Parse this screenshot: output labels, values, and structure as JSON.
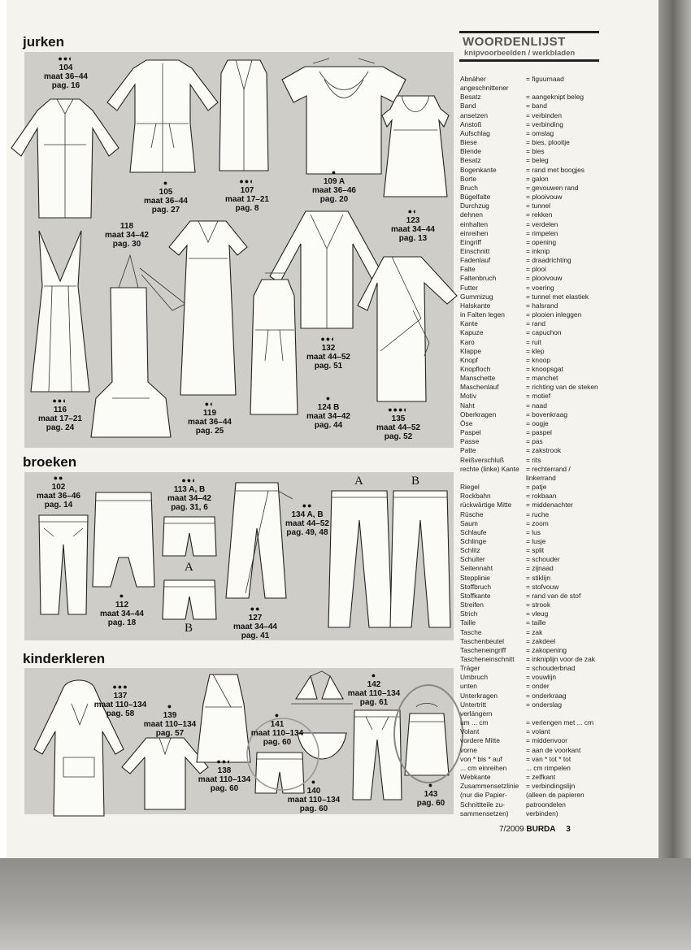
{
  "sections": {
    "jurken": "jurken",
    "broeken": "broeken",
    "kinderkleren": "kinderkleren"
  },
  "models": [
    {
      "id": "m104",
      "dots": "●●◐",
      "num": "104",
      "size": "maat 36–44",
      "page": "pag. 16"
    },
    {
      "id": "m105",
      "dots": "●",
      "num": "105",
      "size": "maat 36–44",
      "page": "pag. 27"
    },
    {
      "id": "m107",
      "dots": "●●◐",
      "num": "107",
      "size": "maat 17–21",
      "page": "pag. 8"
    },
    {
      "id": "m109",
      "dots": "●",
      "num": "109 A",
      "size": "maat 36–46",
      "page": "pag. 20"
    },
    {
      "id": "m123",
      "dots": "●◐",
      "num": "123",
      "size": "maat 34–44",
      "page": "pag. 13"
    },
    {
      "id": "m118",
      "dots": "",
      "num": "118",
      "size": "maat 34–42",
      "page": "pag. 30"
    },
    {
      "id": "m116",
      "dots": "●●◐",
      "num": "116",
      "size": "maat 17–21",
      "page": "pag. 24"
    },
    {
      "id": "m119",
      "dots": "●◐",
      "num": "119",
      "size": "maat 36–44",
      "page": "pag. 25"
    },
    {
      "id": "m132",
      "dots": "●●◐",
      "num": "132",
      "size": "maat 44–52",
      "page": "pag. 51"
    },
    {
      "id": "m124",
      "dots": "●",
      "num": "124 B",
      "size": "maat 34–42",
      "page": "pag. 44"
    },
    {
      "id": "m135",
      "dots": "●●●◐",
      "num": "135",
      "size": "maat 44–52",
      "page": "pag. 52"
    },
    {
      "id": "m102",
      "dots": "●●",
      "num": "102",
      "size": "maat 36–46",
      "page": "pag. 14"
    },
    {
      "id": "m113",
      "dots": "●●◐",
      "num": "113 A, B",
      "size": "maat 34–42",
      "page": "pag. 31, 6"
    },
    {
      "id": "m134",
      "dots": "●●",
      "num": "134 A, B",
      "size": "maat 44–52",
      "page": "pag. 49, 48"
    },
    {
      "id": "m112",
      "dots": "●",
      "num": "112",
      "size": "maat 34–44",
      "page": "pag. 18"
    },
    {
      "id": "m127",
      "dots": "●●",
      "num": "127",
      "size": "maat 34–44",
      "page": "pag. 41"
    },
    {
      "id": "m137",
      "dots": "●●●",
      "num": "137",
      "size": "maat 110–134",
      "page": "pag. 58"
    },
    {
      "id": "m139",
      "dots": "●",
      "num": "139",
      "size": "maat 110–134",
      "page": "pag. 57"
    },
    {
      "id": "m141",
      "dots": "●",
      "num": "141",
      "size": "maat 110–134",
      "page": "pag. 60"
    },
    {
      "id": "m142",
      "dots": "●",
      "num": "142",
      "size": "maat 110–134",
      "page": "pag. 61"
    },
    {
      "id": "m138",
      "dots": "●●◐",
      "num": "138",
      "size": "maat 110–134",
      "page": "pag. 60"
    },
    {
      "id": "m140",
      "dots": "●",
      "num": "140",
      "size": "maat 110–134",
      "page": "pag. 60"
    },
    {
      "id": "m143",
      "dots": "●",
      "num": "143",
      "size": "",
      "page": "pag. 60"
    }
  ],
  "letters": {
    "a1": "A",
    "b1": "B",
    "a2": "A",
    "b2": "B"
  },
  "glossary": {
    "title": "WOORDENLIJST",
    "subtitle": "knipvoorbeelden / werkbladen",
    "entries": [
      [
        "Abnäher",
        "= figuurnaad"
      ],
      [
        "angeschnittener",
        ""
      ],
      [
        "Besatz",
        "= aangeknipt beleg"
      ],
      [
        "Band",
        "= band"
      ],
      [
        "ansetzen",
        "= verbinden"
      ],
      [
        "Anstoß",
        "= verbinding"
      ],
      [
        "Aufschlag",
        "= omslag"
      ],
      [
        "Biese",
        "= bies, plooitje"
      ],
      [
        "Blende",
        "= bies"
      ],
      [
        "Besatz",
        "= beleg"
      ],
      [
        "Bogenkante",
        "= rand met boogjes"
      ],
      [
        "Borte",
        "= galon"
      ],
      [
        "Bruch",
        "= gevouwen rand"
      ],
      [
        "Bügelfalte",
        "= plooivouw"
      ],
      [
        "Durchzug",
        "= tunnel"
      ],
      [
        "dehnen",
        "= rekken"
      ],
      [
        "einhalten",
        "= verdelen"
      ],
      [
        "einreihen",
        "= rimpelen"
      ],
      [
        "Eingriff",
        "= opening"
      ],
      [
        "Einschnitt",
        "= inknip"
      ],
      [
        "Fadenlauf",
        "= draadrichting"
      ],
      [
        "Falte",
        "= plooi"
      ],
      [
        "Faltenbruch",
        "= plooivouw"
      ],
      [
        "Futter",
        "= voering"
      ],
      [
        "Gummizug",
        "= tunnel met elastiek"
      ],
      [
        "Halskante",
        "= halsrand"
      ],
      [
        "in Falten legen",
        "= plooien inleggen"
      ],
      [
        "Kante",
        "= rand"
      ],
      [
        "Kapuze",
        "= capuchon"
      ],
      [
        "Karo",
        "= ruit"
      ],
      [
        "Klappe",
        "= klep"
      ],
      [
        "Knopf",
        "= knoop"
      ],
      [
        "Knopfloch",
        "= knoopsgat"
      ],
      [
        "Manschette",
        "= manchet"
      ],
      [
        "Maschenlauf",
        "= richting van de steken"
      ],
      [
        "Motiv",
        "= motief"
      ],
      [
        "Naht",
        "= naad"
      ],
      [
        "Oberkragen",
        "= bovenkraag"
      ],
      [
        "Öse",
        "= oogje"
      ],
      [
        "Paspel",
        "= paspel"
      ],
      [
        "Passe",
        "= pas"
      ],
      [
        "Patte",
        "= zakstrook"
      ],
      [
        "Reißverschluß",
        "= rits"
      ],
      [
        "rechte (linke) Kante",
        "= rechterrand /"
      ],
      [
        "",
        "   linkerrand"
      ],
      [
        "Riegel",
        "= patje"
      ],
      [
        "Rockbahn",
        "= rokbaan"
      ],
      [
        "rückwärtige Mitte",
        "= middenachter"
      ],
      [
        "Rüsche",
        "= ruche"
      ],
      [
        "Saum",
        "= zoom"
      ],
      [
        "Schlaufe",
        "= lus"
      ],
      [
        "Schlinge",
        "= lusje"
      ],
      [
        "Schlitz",
        "= split"
      ],
      [
        "Schulter",
        "= schouder"
      ],
      [
        "Seitennaht",
        "= zijnaad"
      ],
      [
        "Stepplinie",
        "= stiklijn"
      ],
      [
        "Stoffbruch",
        "= stofvouw"
      ],
      [
        "Stoffkante",
        "= rand van de stof"
      ],
      [
        "Streifen",
        "= strook"
      ],
      [
        "Strich",
        "= vleug"
      ],
      [
        "Taille",
        "= taille"
      ],
      [
        "Tasche",
        "= zak"
      ],
      [
        "Taschenbeutel",
        "= zakdeel"
      ],
      [
        "Tascheneingriff",
        "= zakopening"
      ],
      [
        "Tascheneinschnitt",
        "= inkniplijn voor de zak"
      ],
      [
        "Träger",
        "= schouderbnad"
      ],
      [
        "Umbruch",
        "= vouwlijn"
      ],
      [
        "unten",
        "= onder"
      ],
      [
        "Unterkragen",
        "= onderkraag"
      ],
      [
        "Untertritt",
        "= onderslag"
      ],
      [
        "verlängern",
        ""
      ],
      [
        "   um ... cm",
        "= verlengen met ... cm"
      ],
      [
        "Volant",
        "= volant"
      ],
      [
        "vordere Mitte",
        "= middenvoor"
      ],
      [
        "vorne",
        "= aan de voorkant"
      ],
      [
        "von * bis * auf",
        "= van * tot * tot"
      ],
      [
        "   ... cm einreihen",
        "   ... cm rimpelen"
      ],
      [
        "Webkante",
        "= zelfkant"
      ],
      [
        "Zusammensetzlinie",
        "= verbindingslijn"
      ],
      [
        "   (nur die Papier-",
        "   (alleen de papieren"
      ],
      [
        "   Schnittteile zu-",
        "   patroondelen"
      ],
      [
        "   sammensetzen)",
        "   verbinden)"
      ]
    ]
  },
  "footer": {
    "issue": "7/2009",
    "brand": "BURDA",
    "page": "3"
  }
}
